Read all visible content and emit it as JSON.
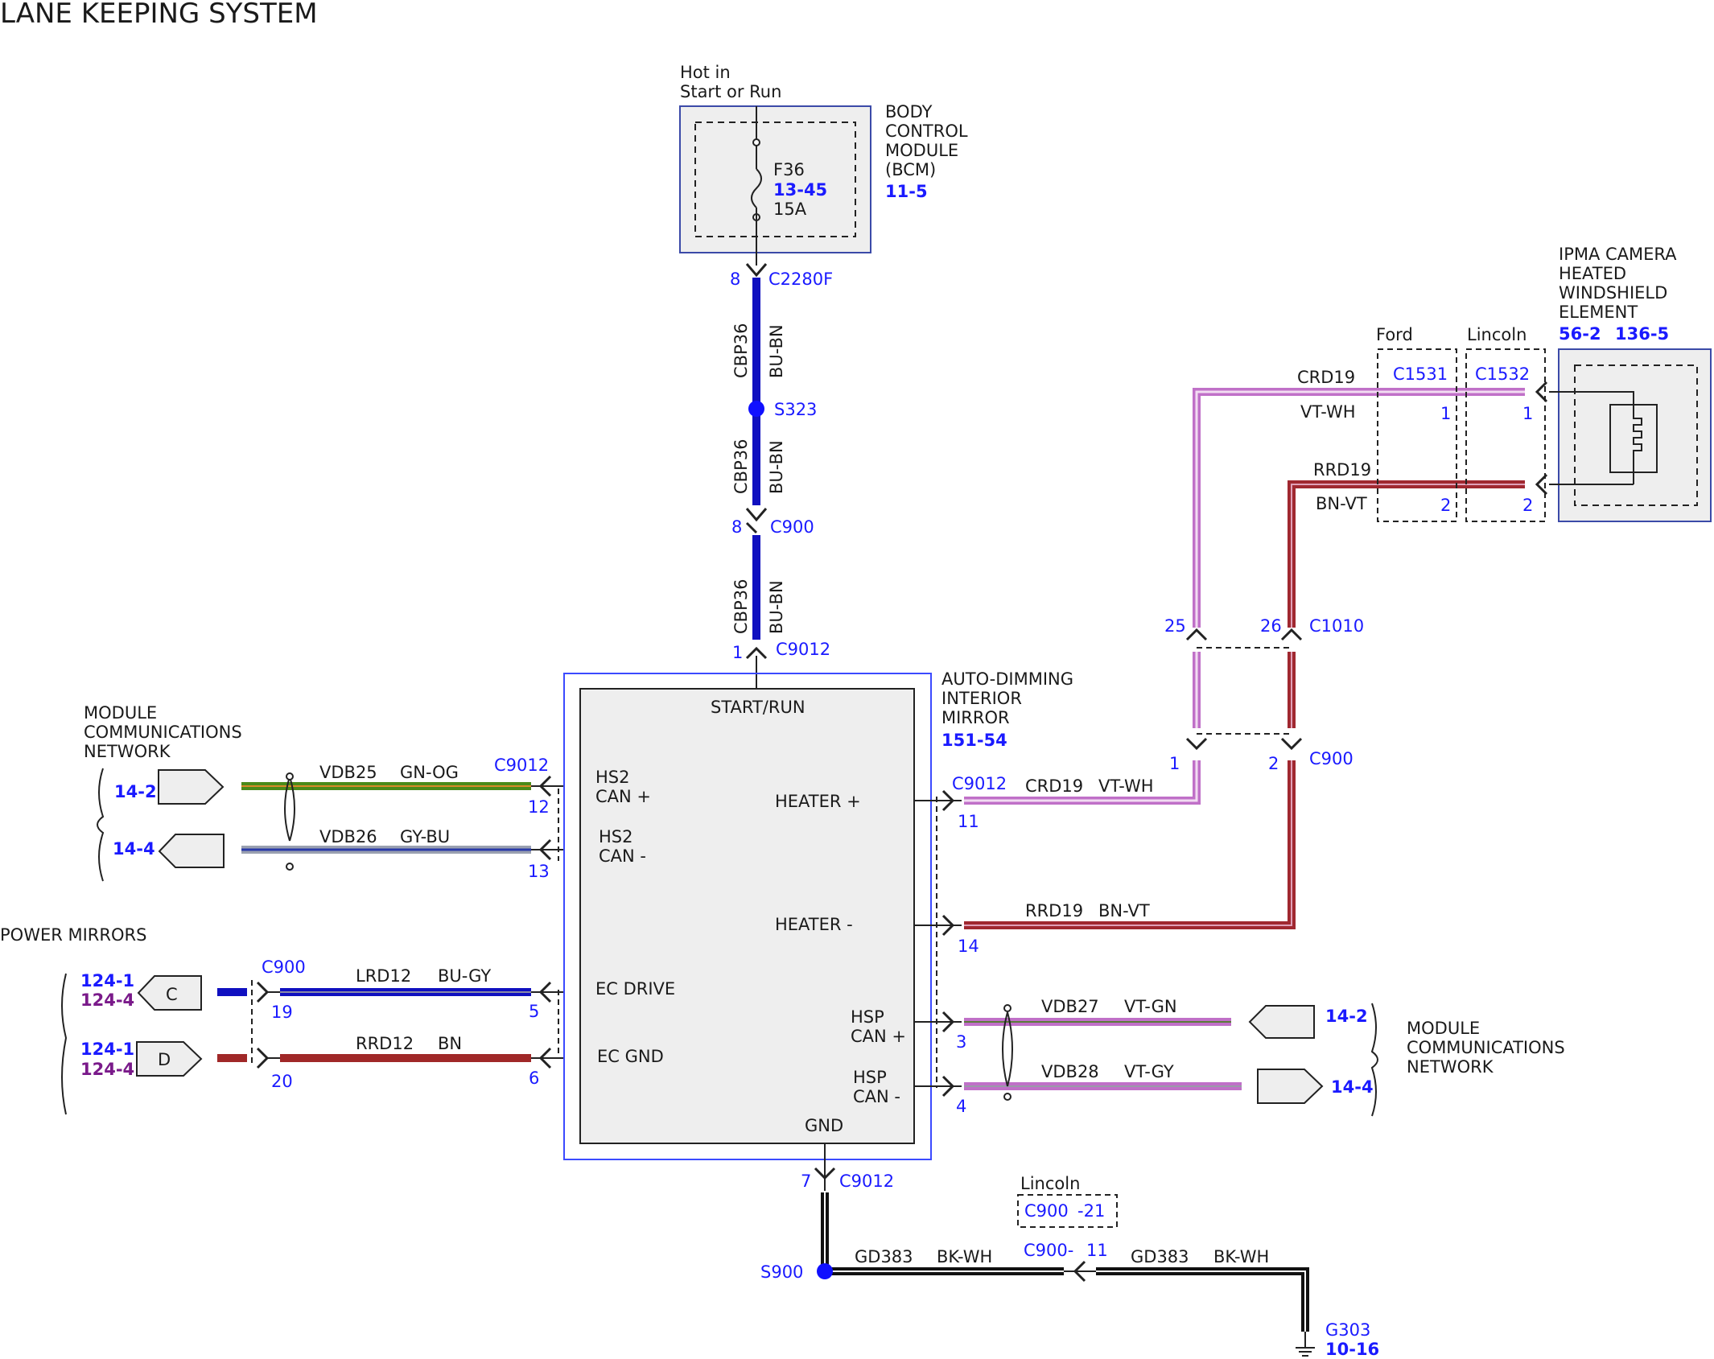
{
  "title": "LANE KEEPING SYSTEM",
  "bcm": {
    "hot_line1": "Hot in",
    "hot_line2": "Start or Run",
    "name_lines": [
      "BODY",
      "CONTROL",
      "MODULE",
      "(BCM)"
    ],
    "ref": "11-5",
    "fuse_name": "F36",
    "fuse_ref": "13-45",
    "fuse_rating": "15A"
  },
  "upper_wire": {
    "pin_top": "8",
    "conn_top": "C2280F",
    "circuit": "CBP36",
    "color": "BU-BN",
    "splice": "S323",
    "pin_mid": "8",
    "conn_mid": "C900",
    "pin_bottom": "1",
    "conn_bottom": "C9012"
  },
  "mirror": {
    "name_lines": [
      "AUTO-DIMMING",
      "INTERIOR",
      "MIRROR"
    ],
    "ref": "151-54",
    "start_run": "START/RUN",
    "hs2_plus_1": "HS2",
    "hs2_plus_2": "CAN +",
    "hs2_minus_1": "HS2",
    "hs2_minus_2": "CAN -",
    "ec_drive": "EC DRIVE",
    "ec_gnd": "EC GND",
    "heater_plus": "HEATER +",
    "heater_minus": "HEATER -",
    "hsp_plus_1": "HSP",
    "hsp_plus_2": "CAN +",
    "hsp_minus_1": "HSP",
    "hsp_minus_2": "CAN -",
    "gnd": "GND"
  },
  "left_network": {
    "label_lines": [
      "MODULE",
      "COMMUNICATIONS",
      "NETWORK"
    ],
    "ref1": "14-2",
    "ref2": "14-4",
    "conn": "C9012",
    "w1_circuit": "VDB25",
    "w1_color": "GN-OG",
    "w1_pin": "12",
    "w2_circuit": "VDB26",
    "w2_color": "GY-BU",
    "w2_pin": "13"
  },
  "power_mirrors": {
    "label": "POWER MIRRORS",
    "c_ref1": "124-1",
    "c_ref2": "124-4",
    "c_letter": "C",
    "d_ref1": "124-1",
    "d_ref2": "124-4",
    "d_letter": "D",
    "conn": "C900",
    "w1_pin_left": "19",
    "w1_circuit": "LRD12",
    "w1_color": "BU-GY",
    "w1_pin_right": "5",
    "w2_pin_left": "20",
    "w2_circuit": "RRD12",
    "w2_color": "BN",
    "w2_pin_right": "6"
  },
  "heater_wires": {
    "conn": "C9012",
    "plus_pin": "11",
    "plus_circuit": "CRD19",
    "plus_color": "VT-WH",
    "minus_pin": "14",
    "minus_circuit": "RRD19",
    "minus_color": "BN-VT",
    "c1010": "C1010",
    "c1010_pin_a": "25",
    "c1010_pin_b": "26",
    "c900": "C900",
    "c900_pin_a": "1",
    "c900_pin_b": "2"
  },
  "camera": {
    "name_lines": [
      "IPMA CAMERA",
      "HEATED",
      "WINDSHIELD",
      "ELEMENT"
    ],
    "ref1": "56-2",
    "ref2": "136-5",
    "ford": "Ford",
    "lincoln": "Lincoln",
    "ford_conn": "C1531",
    "lincoln_conn": "C1532",
    "top_circuit": "CRD19",
    "top_color": "VT-WH",
    "bottom_circuit": "RRD19",
    "bottom_color": "BN-VT",
    "pin1": "1",
    "pin2": "2"
  },
  "right_network": {
    "label_lines": [
      "MODULE",
      "COMMUNICATIONS",
      "NETWORK"
    ],
    "ref1": "14-2",
    "ref2": "14-4",
    "w1_pin": "3",
    "w1_circuit": "VDB27",
    "w1_color": "VT-GN",
    "w2_pin": "4",
    "w2_circuit": "VDB28",
    "w2_color": "VT-GY"
  },
  "ground": {
    "pin": "7",
    "conn": "C9012",
    "splice": "S900",
    "circuit": "GD383",
    "color": "BK-WH",
    "mid_conn": "C900-",
    "mid_pin": "11",
    "lincoln": "Lincoln",
    "lincoln_conn": "C900",
    "lincoln_pin": "-21",
    "ground_name": "G303",
    "ground_ref": "10-16"
  },
  "colors": {
    "bu_bn": "#1010c0",
    "gn_og": "#4a8a1a",
    "gy_bu": "#5a6aa8",
    "vt": "#c070c8",
    "bn_vt": "#a02830",
    "bn": "#a02828",
    "bk": "#111111",
    "callout": "#1a1aff",
    "module_fill": "#eeeeee"
  }
}
